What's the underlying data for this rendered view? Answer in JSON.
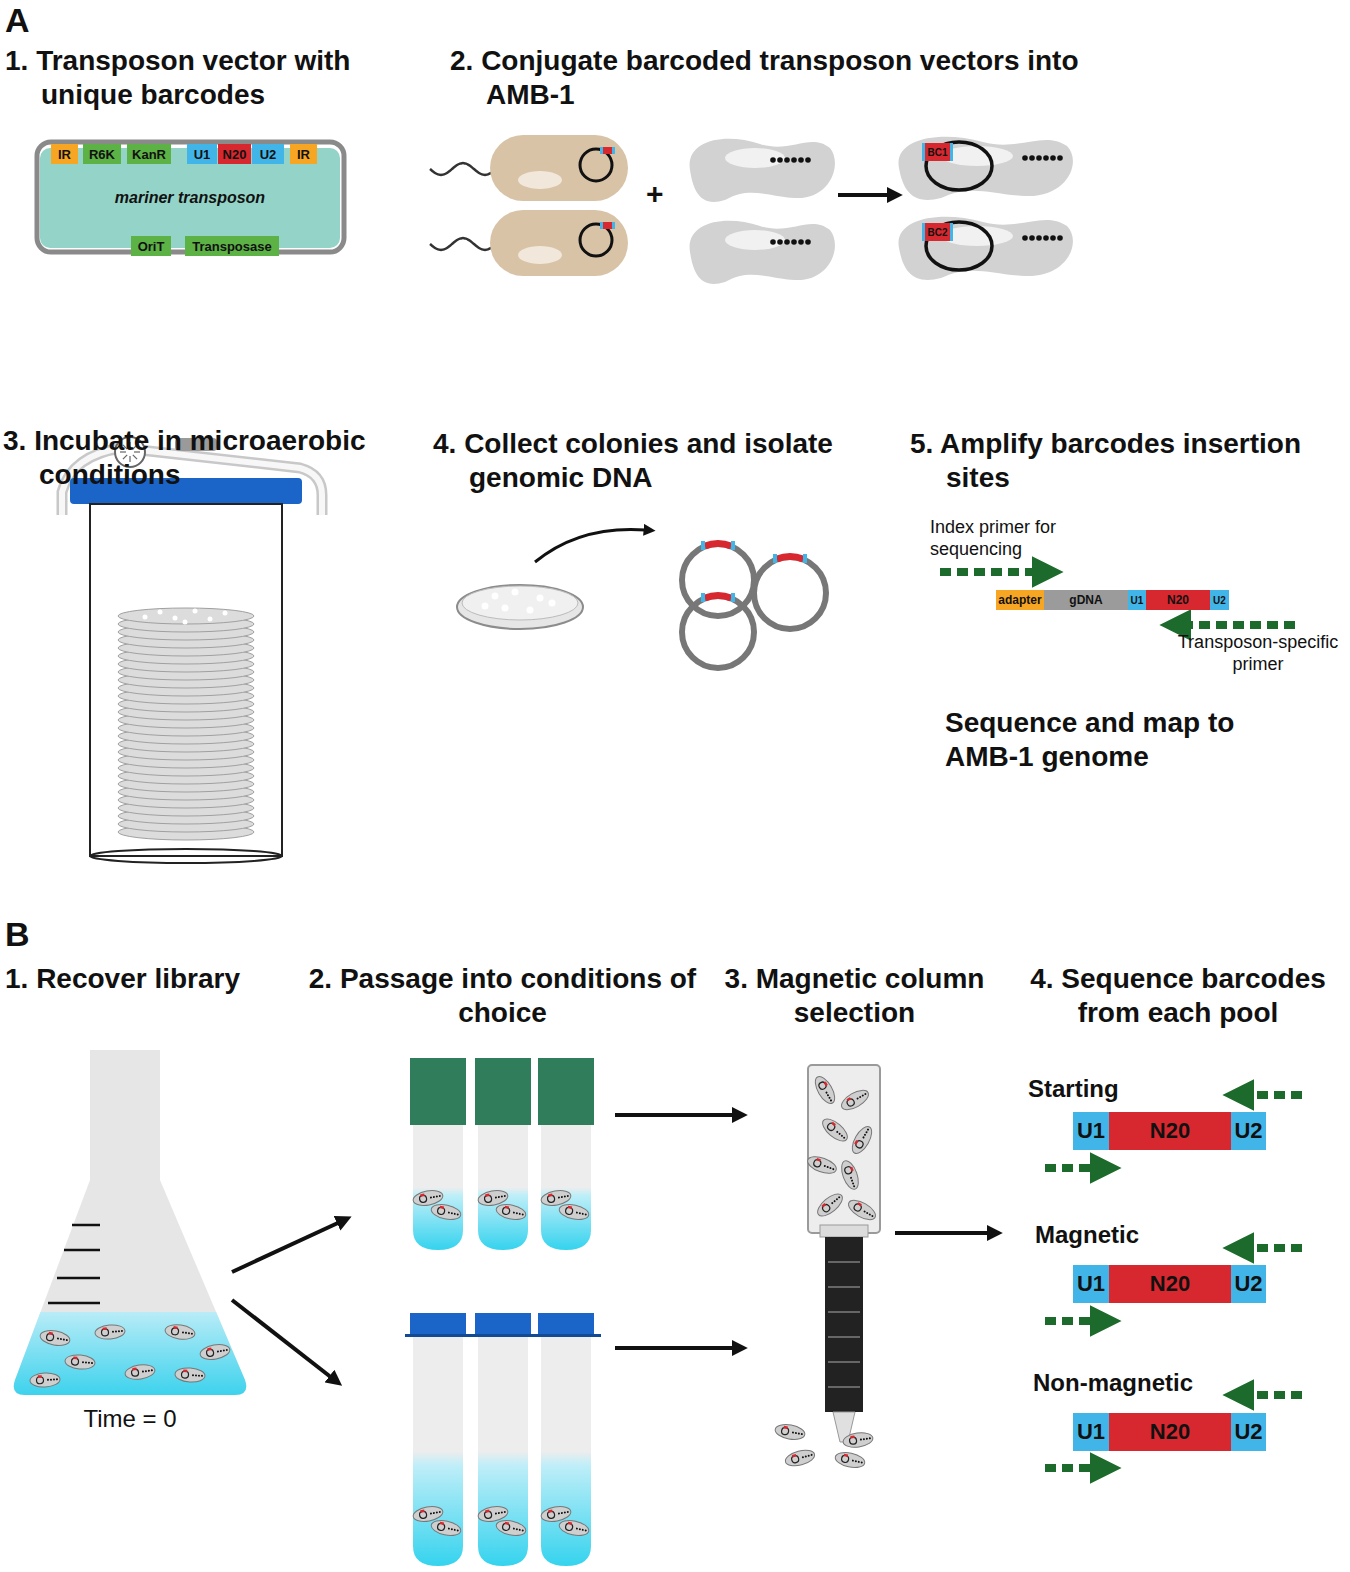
{
  "diagram": {
    "nodes": [
      {
        "text": [
          "mariner transposon"
        ]
      },
      {
        "text": [
          "IR"
        ],
        "in": 0
      },
      {
        "text": [
          "R6K"
        ],
        "in": 0
      },
      {
        "text": [
          "KanR"
        ],
        "in": 0
      },
      {
        "text": [
          "U1"
        ],
        "in": 0
      },
      {
        "text": [
          "N20"
        ],
        "in": 0
      },
      {
        "text": [
          "U2"
        ],
        "in": 0
      },
      {
        "text": [
          "IR"
        ],
        "in": 0
      },
      {
        "text": [
          "OriT"
        ],
        "in": 0
      },
      {
        "text": [
          "Transposase"
        ],
        "in": 0
      },
      {
        "text": [
          "BC1"
        ]
      },
      {
        "text": [
          "BC2"
        ]
      },
      {
        "text": [
          "adapter"
        ]
      },
      {
        "text": [
          "gDNA"
        ]
      },
      {
        "text": [
          "U1"
        ]
      },
      {
        "text": [
          "N20"
        ]
      },
      {
        "text": [
          "U2"
        ]
      },
      {
        "text": [
          "U1"
        ]
      },
      {
        "text": [
          "N20"
        ]
      },
      {
        "text": [
          "U2"
        ]
      },
      {
        "text": [
          "U1"
        ]
      },
      {
        "text": [
          "N20"
        ]
      },
      {
        "text": [
          "U2"
        ]
      },
      {
        "text": [
          "U1"
        ]
      },
      {
        "text": [
          "N20"
        ]
      },
      {
        "text": [
          "U2"
        ]
      }
    ],
    "labels": [
      "A",
      "1. Transposon vector with unique barcodes",
      "2. Conjugate barcoded transposon vectors into AMB-1",
      "+",
      "3. Incubate in microaerobic conditions",
      "4. Collect colonies and isolate genomic DNA",
      "5. Amplify barcodes insertion sites",
      "Index primer for sequencing",
      "Transposon-specific primer",
      "Sequence and map to AMB-1 genome",
      "B",
      "1. Recover library",
      "Time = 0",
      "2. Passage into conditions of choice",
      "3. Magnetic column selection",
      "4. Sequence barcodes from each pool",
      "Starting",
      "Magnetic",
      "Non-magnetic"
    ]
  }
}
